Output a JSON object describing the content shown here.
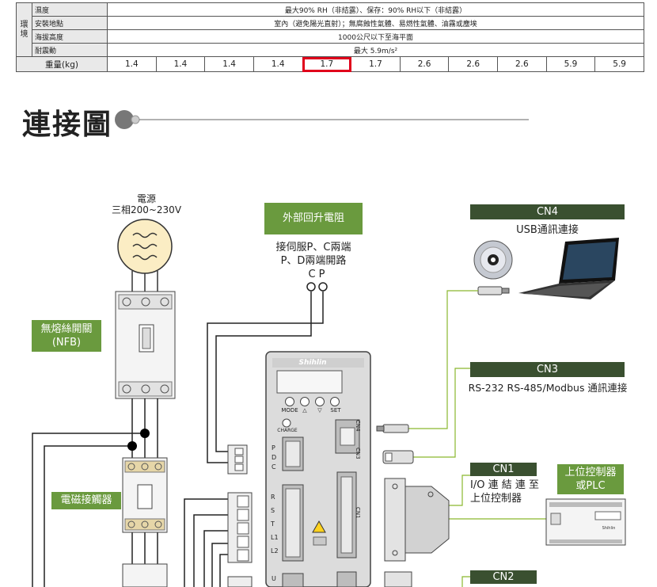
{
  "spec_table": {
    "env_label": "環境",
    "rows": [
      {
        "label": "濕度",
        "value": "最大90% RH（非結露）、保存：90% RH以下（非結露）"
      },
      {
        "label": "安裝地點",
        "value": "室內（避免陽光直射）；無腐蝕性氣體、易燃性氣體、油霧或塵埃"
      },
      {
        "label": "海拔高度",
        "value": "1000公尺以下至海平面"
      },
      {
        "label": "耐震動",
        "value": "最大 5.9m/s²"
      }
    ],
    "weight_label": "重量(kg)",
    "weights": [
      "1.4",
      "1.4",
      "1.4",
      "1.4",
      "1.7",
      "1.7",
      "2.6",
      "2.6",
      "2.6",
      "5.9",
      "5.9"
    ],
    "highlight_index": 4
  },
  "section_title": "連接圖",
  "power": {
    "title": "電源",
    "spec": "三相200~230V"
  },
  "nfb_label": "無熔絲開關\n(NFB)",
  "contactor_label": "電磁接觸器",
  "regen": {
    "box": "外部回升電阻",
    "line1": "接伺服P、C兩端",
    "line2": "P、D兩端開路",
    "pins": "C P"
  },
  "drive": {
    "brand": "Shihlin",
    "mode_labels": [
      "MODE",
      "△",
      "▽",
      "SET"
    ],
    "charge": "CHARGE",
    "pdc": [
      "P",
      "D",
      "C"
    ],
    "rst": [
      "R",
      "S",
      "T",
      "L1",
      "L2"
    ],
    "u": "U",
    "ports": [
      "CN4",
      "CN3",
      "CN1"
    ]
  },
  "cn4": {
    "box": "CN4",
    "desc": "USB通訊連接"
  },
  "cn3": {
    "box": "CN3",
    "desc": "RS-232 RS-485/Modbus 通訊連接"
  },
  "cn1": {
    "box": "CN1",
    "desc_line1": "I/O 連 結 連 至",
    "desc_line2": "上位控制器"
  },
  "plc": {
    "box": "上位控制器\n或PLC",
    "brand": "Shihlin"
  },
  "cn2": {
    "box": "CN2"
  },
  "colors": {
    "green": "#6a9a3e",
    "dark_green": "#3a5030",
    "highlight": "#e0001b",
    "signal_line": "#8ab82e"
  }
}
